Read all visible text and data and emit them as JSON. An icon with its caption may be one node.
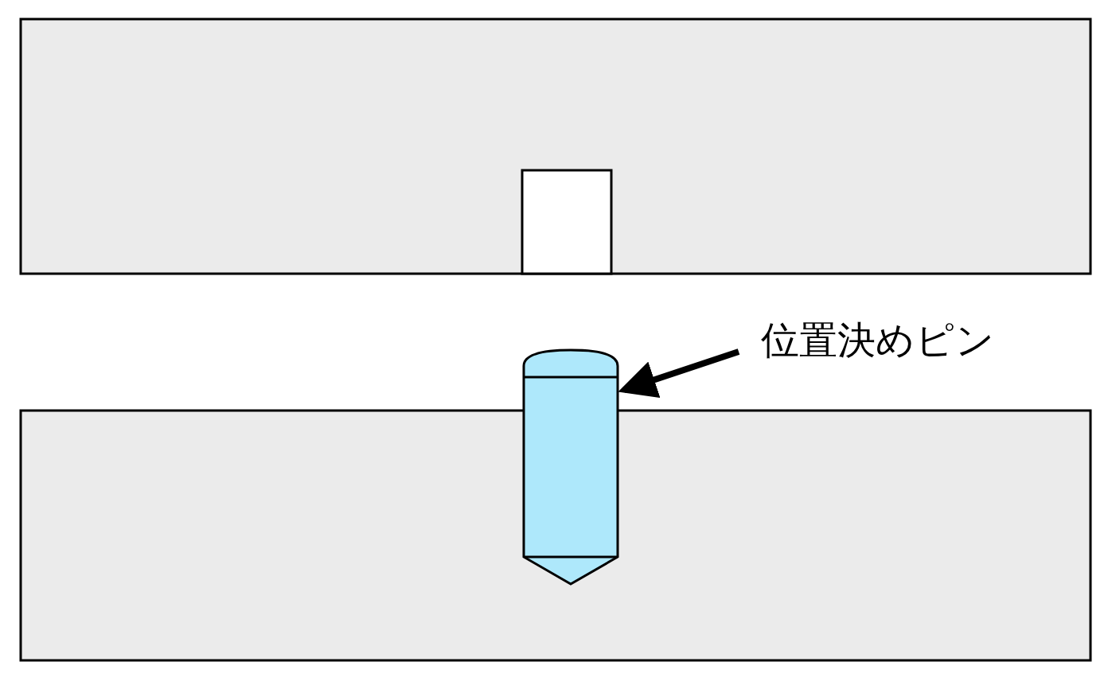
{
  "diagram": {
    "nodes": [
      {
        "text": [
          "位置決めピン"
        ]
      },
      {
        "text": [],
        "shape": "cylinder"
      }
    ],
    "edges": [
      {
        "from": 0,
        "to": 1,
        "arrow": "to"
      }
    ]
  }
}
